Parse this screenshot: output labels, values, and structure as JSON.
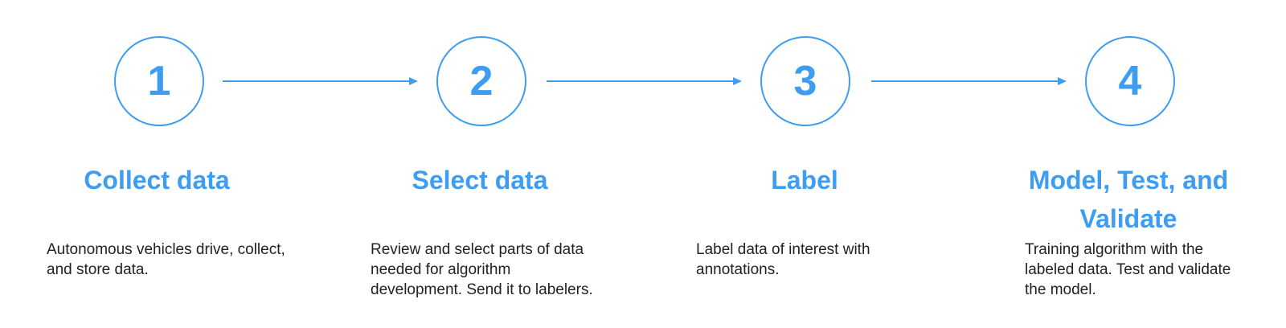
{
  "colors": {
    "accent": "#3d9df2",
    "text": "#222222"
  },
  "steps": [
    {
      "number": "1",
      "title": "Collect data",
      "description": "Autonomous vehicles drive, collect, and store data."
    },
    {
      "number": "2",
      "title": "Select data",
      "description": "Review and select parts of data needed for algorithm development. Send it to labelers."
    },
    {
      "number": "3",
      "title": "Label",
      "description": "Label data of interest with annotations."
    },
    {
      "number": "4",
      "title": "Model, Test, and Validate",
      "description": "Training algorithm with the labeled data. Test and validate the model."
    }
  ]
}
